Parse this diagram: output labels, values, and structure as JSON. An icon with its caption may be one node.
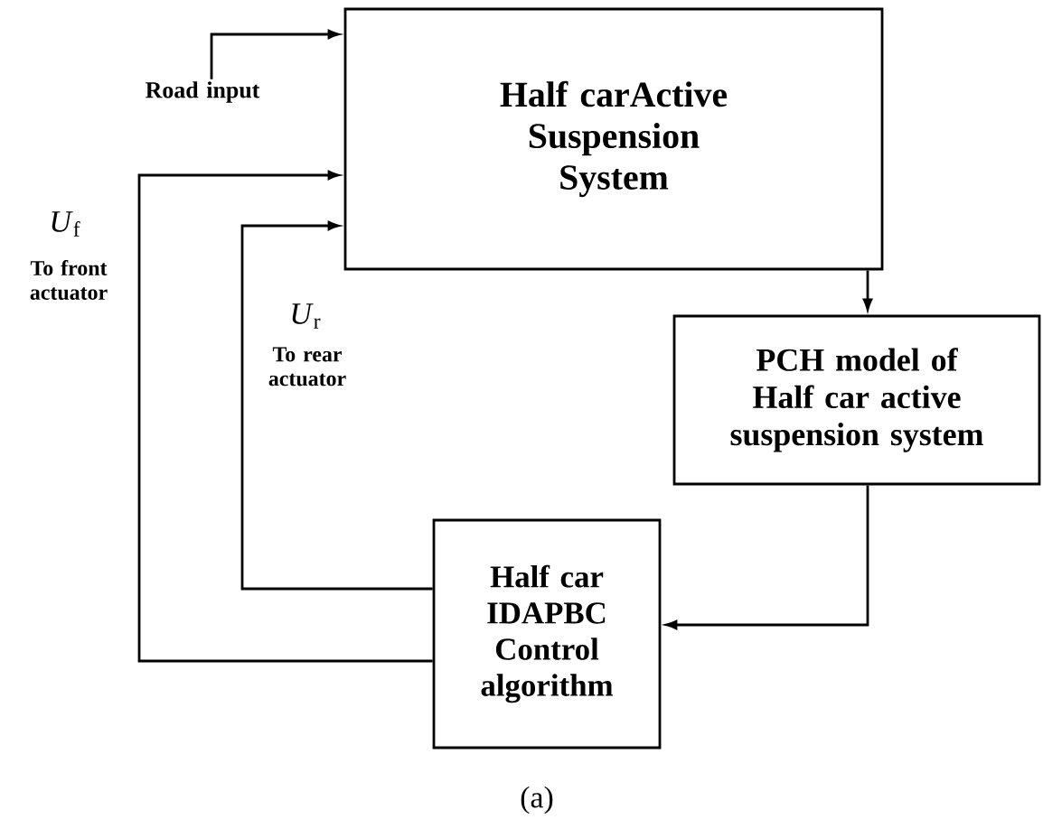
{
  "diagram": {
    "caption": "(a)",
    "nodes": [
      {
        "text": [
          "Half carActive Suspension System"
        ]
      },
      {
        "text": [
          "PCH model of Half car active suspension system"
        ]
      },
      {
        "text": [
          "Half car IDAPBC Control algorithm"
        ]
      },
      {
        "text": [
          "Road input"
        ]
      }
    ],
    "edges": [
      {
        "from": 3,
        "to": 0,
        "arrow": "to"
      },
      {
        "from": 0,
        "to": 1,
        "arrow": "to"
      },
      {
        "from": 1,
        "to": 2,
        "arrow": "to"
      },
      {
        "from": 2,
        "to": 0,
        "arrow": "to",
        "label": "*U*$_{f}$"
      },
      {
        "from": 2,
        "to": 0,
        "arrow": "to",
        "label": "*U*$_{r}$"
      }
    ],
    "labels": [
      "To front actuator",
      "To rear actuator"
    ]
  }
}
